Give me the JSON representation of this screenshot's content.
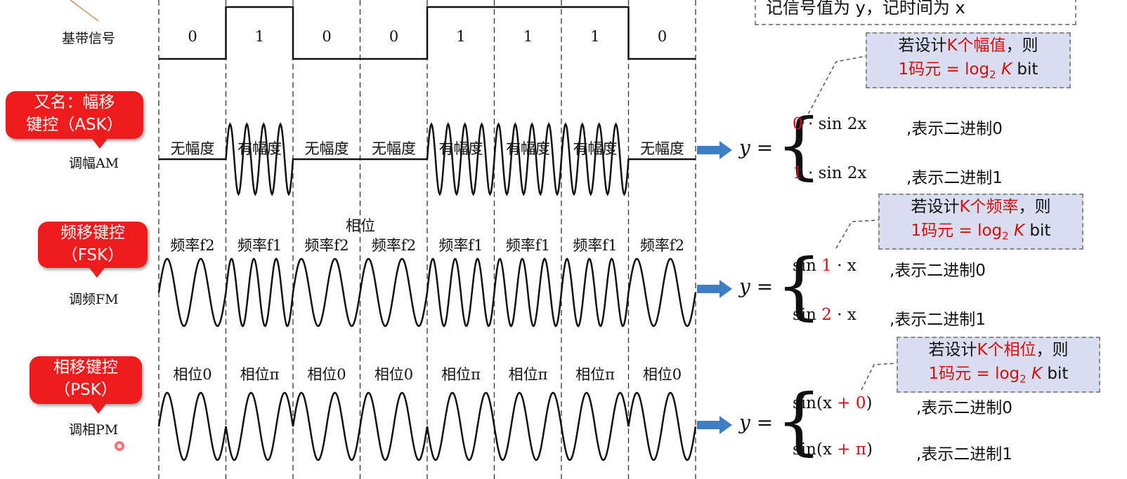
{
  "top_note": "记信号值为 y，记时间为 x",
  "baseband": {
    "label": "基带信号",
    "bits": [
      "0",
      "1",
      "0",
      "0",
      "1",
      "1",
      "1",
      "0"
    ]
  },
  "ask": {
    "bubble": [
      "又名：幅移",
      "键控（ASK）"
    ],
    "row_label": "调幅AM",
    "cells": [
      "无幅度",
      "有幅度",
      "无幅度",
      "无幅度",
      "有幅度",
      "有幅度",
      "有幅度",
      "无幅度"
    ],
    "note_line1": [
      "若设计",
      "K个幅值",
      "，则"
    ],
    "note_line2": [
      "1码元",
      " = log",
      "2",
      " K",
      " bit"
    ],
    "y": "y =",
    "f1_coef": "0",
    "f1_expr": " · sin 2x",
    "f1_desc": ",表示二进制0",
    "f2_coef": "1",
    "f2_expr": " · sin 2x",
    "f2_desc": ",表示二进制1"
  },
  "fsk": {
    "bubble": [
      "频移键控",
      "（FSK）"
    ],
    "row_label": "调频FM",
    "extra_label": "相位",
    "cells": [
      "频率f2",
      "频率f1",
      "频率f2",
      "频率f2",
      "频率f1",
      "频率f1",
      "频率f1",
      "频率f2"
    ],
    "note_line1": [
      "若设计",
      "K个频率",
      "，则"
    ],
    "note_line2": [
      "1码元",
      " = log",
      "2",
      " K",
      " bit"
    ],
    "y": "y =",
    "f1_pre": "sin ",
    "f1_coef": "1",
    "f1_post": " · x",
    "f1_desc": ",表示二进制0",
    "f2_pre": "sin ",
    "f2_coef": "2",
    "f2_post": " · x",
    "f2_desc": ",表示二进制1"
  },
  "psk": {
    "bubble": [
      "相移键控",
      "（PSK）"
    ],
    "row_label": "调相PM",
    "cells": [
      "相位0",
      "相位π",
      "相位0",
      "相位0",
      "相位π",
      "相位π",
      "相位π",
      "相位0"
    ],
    "note_line1": [
      "若设计",
      "K个相位",
      "，则"
    ],
    "note_line2": [
      "1码元",
      " = log",
      "2",
      " K",
      " bit"
    ],
    "y": "y =",
    "f1_pre": "sin(x ",
    "f1_coef": "+ 0",
    "f1_post": ")",
    "f1_desc": ",表示二进制0",
    "f2_pre": "sin(x ",
    "f2_coef": "+ π",
    "f2_post": ")",
    "f2_desc": ",表示二进制1"
  },
  "colors": {
    "bubble": "#ee1c1c",
    "accent_red": "#d01010",
    "note_bg": "#d8deef",
    "arrow": "#3d7ec4"
  }
}
